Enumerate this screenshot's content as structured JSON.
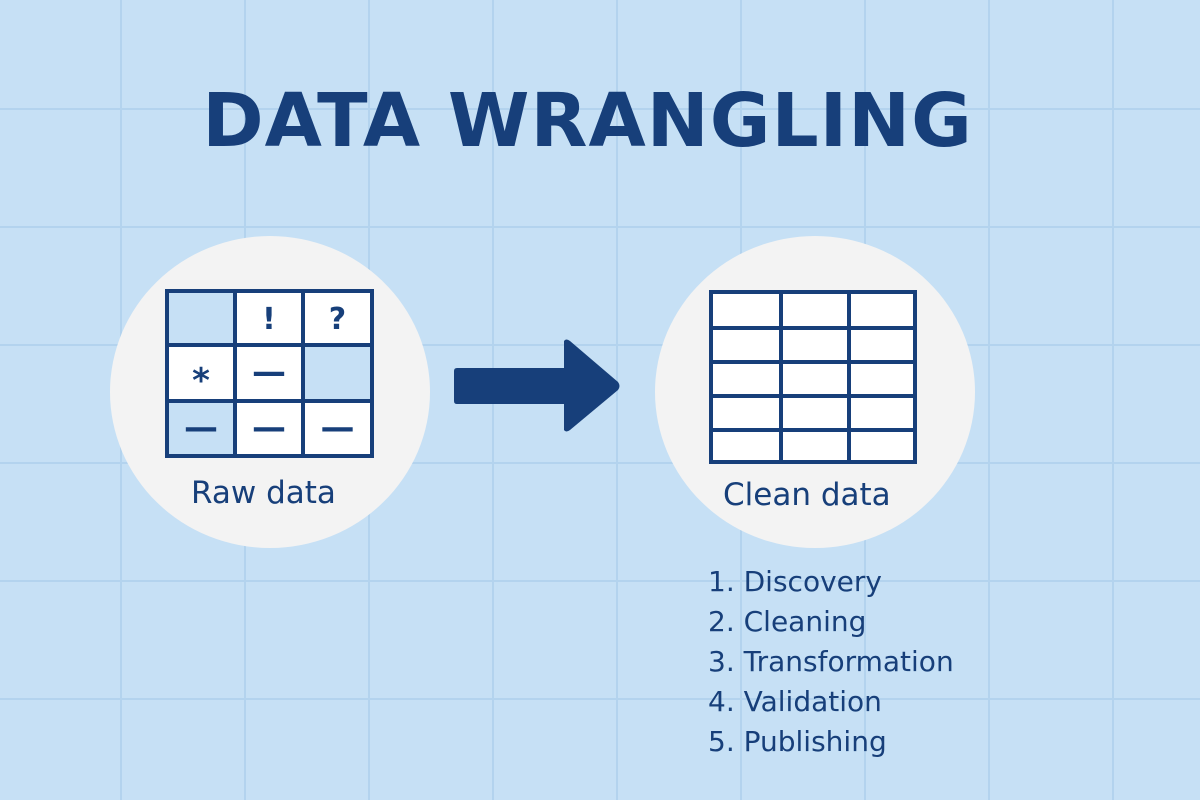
{
  "title": "DATA WRANGLING",
  "raw": {
    "label": "Raw data",
    "cells": [
      [
        "",
        "!",
        "?"
      ],
      [
        "*",
        "—",
        ""
      ],
      [
        "—",
        "—",
        "—"
      ]
    ],
    "shaded_cells": [
      [
        0,
        0
      ],
      [
        1,
        2
      ],
      [
        2,
        0
      ]
    ]
  },
  "clean": {
    "label": "Clean data",
    "rows": 5,
    "cols": 3
  },
  "steps": [
    "1. Discovery",
    "2. Cleaning",
    "3. Transformation",
    "4. Validation",
    "5. Publishing"
  ],
  "colors": {
    "background": "#c6e0f5",
    "grid_line": "#b3d3ee",
    "primary": "#173f7a",
    "circle": "#f3f3f3",
    "shaded_cell": "#c6e0f5"
  }
}
